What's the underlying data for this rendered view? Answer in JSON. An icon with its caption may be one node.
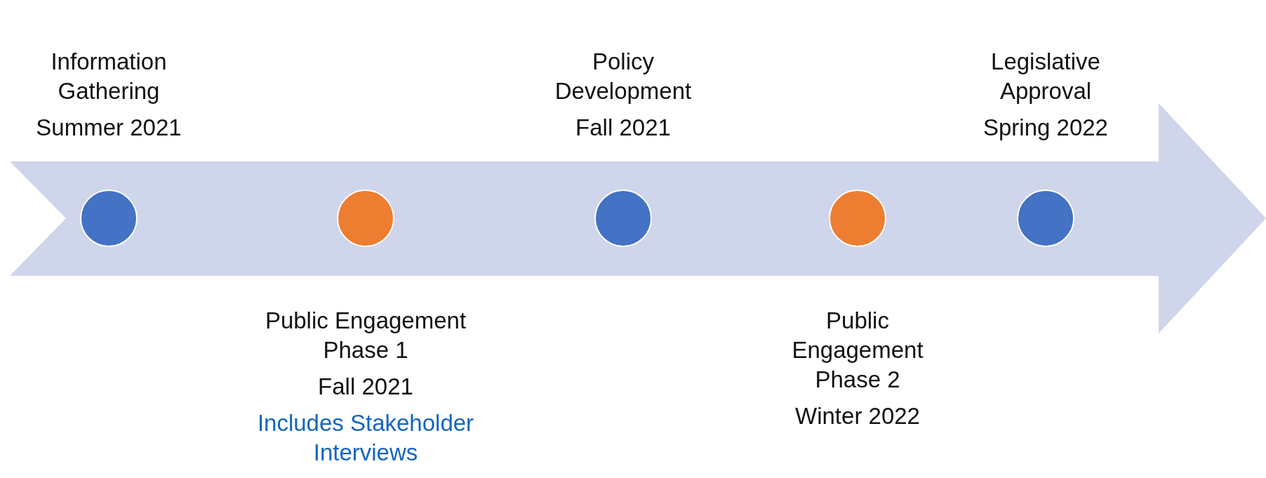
{
  "diagram": {
    "nodes": [
      {
        "text": [],
        "shape": "arrow"
      },
      {
        "text": [],
        "shape": "circle",
        "in": 0,
        "beside": [
          "Information Gathering",
          "Summer 2021"
        ]
      },
      {
        "text": [],
        "shape": "circle",
        "in": 0,
        "beside": [
          "Public Engagement Phase 1",
          "Fall 2021",
          "Includes Stakeholder Interviews"
        ]
      },
      {
        "text": [],
        "shape": "circle",
        "in": 0,
        "beside": [
          "Policy Development",
          "Fall 2021"
        ]
      },
      {
        "text": [],
        "shape": "circle",
        "in": 0,
        "beside": [
          "Public Engagement Phase 2",
          "Winter 2022"
        ]
      },
      {
        "text": [],
        "shape": "circle",
        "in": 0,
        "beside": [
          "Legislative Approval",
          "Spring 2022"
        ]
      }
    ]
  }
}
